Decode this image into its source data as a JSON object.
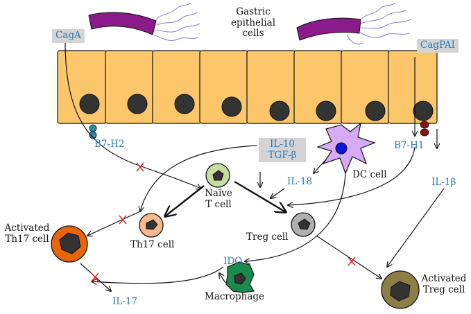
{
  "labels": {
    "gastric_epithelial": [
      "Gastric",
      "epithelial",
      "cells"
    ],
    "caga": "CagA",
    "cagpai": "CagPAI",
    "b7h2": "B7-H2",
    "b7h1": "B7-H1",
    "il10": "IL-10",
    "tgfb": "TGF-β",
    "il18": "IL-18",
    "dc_cell": "DC cell",
    "il1b": "IL-1β",
    "naive_t": [
      "Naïve",
      "T cell"
    ],
    "th17_cell": "Th17 cell",
    "activated_th17": [
      "Activated",
      "Th17 cell"
    ],
    "treg_cell": "Treg cell",
    "ido": "IDO",
    "macrophage": "Macrophage",
    "il17": "IL-17",
    "activated_treg": [
      "Activated",
      "Treg cell"
    ]
  },
  "colors": {
    "epithelial_fill": "#fcc66a",
    "nucleus": "#333333",
    "bacteria": "#8b1a8b",
    "flagella": "#8f87d8",
    "dc_fill": "#d7aaf6",
    "dc_nucleus": "#1010e0",
    "naive_fill": "#c8dca0",
    "th17_fill": "#f7b98c",
    "activated_th17_fill": "#e8650c",
    "treg_fill": "#b0b0b0",
    "activated_treg_fill": "#8c7e46",
    "macrophage_fill": "#1a8a50",
    "b7h2_dots": "#2a8ba5",
    "b7h1_dots": "#8c1010",
    "blocked_mark": "#e8262a",
    "label_blue": "#2b78b8",
    "label_box": "#d4d4d4"
  }
}
